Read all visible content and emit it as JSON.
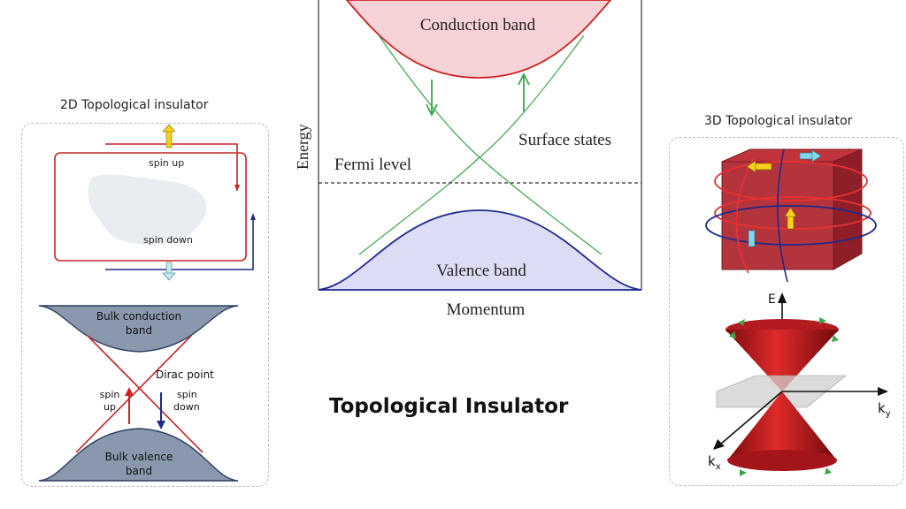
{
  "left_panel": {
    "title": "2D Topological insulator",
    "spin_up_top": "spin up",
    "spin_down_top": "spin down",
    "bulk_conduction_line1": "Bulk conduction",
    "bulk_conduction_line2": "band",
    "dirac_point": "Dirac point",
    "spin_up_line1": "spin",
    "spin_up_line2": "up",
    "spin_down_line1": "spin",
    "spin_down_line2": "down",
    "bulk_valence_line1": "Bulk valence",
    "bulk_valence_line2": "band"
  },
  "center_panel": {
    "conduction_band": "Conduction band",
    "surface_states": "Surface states",
    "fermi_level": "Fermi level",
    "valence_band": "Valence band",
    "y_axis": "Energy",
    "x_axis": "Momentum"
  },
  "caption": "Topological Insulator",
  "right_panel": {
    "title": "3D Topological insulator",
    "axis_e": "E",
    "axis_ky": "k",
    "axis_ky_sub": "y",
    "axis_kx": "k",
    "axis_kx_sub": "x"
  },
  "colors": {
    "red": "#cc2222",
    "navy": "#1f2a8a",
    "green": "#3aa84a",
    "band_gray": "#8896aa",
    "conduction_fill": "#f7d2d6",
    "valence_fill": "#dcdcf4"
  }
}
